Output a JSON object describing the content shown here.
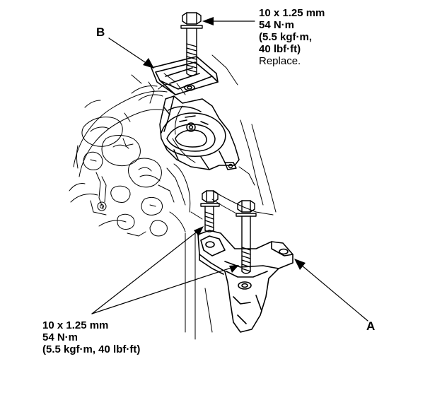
{
  "labels": {
    "part_a": "A",
    "part_b": "B"
  },
  "callout_top": {
    "size": "10 x 1.25 mm",
    "torque": "54 N·m",
    "torque_kgf": "(5.5 kgf·m,",
    "torque_lbf": "40 lbf·ft)",
    "note": "Replace."
  },
  "callout_bottom": {
    "size": "10 x 1.25 mm",
    "torque": "54 N·m",
    "torque_alt": "(5.5 kgf·m, 40 lbf·ft)"
  },
  "colors": {
    "ink": "#000000",
    "paper": "#ffffff"
  }
}
